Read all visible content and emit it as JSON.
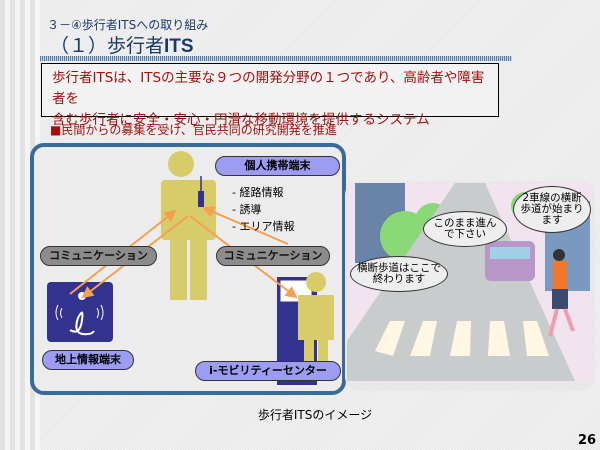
{
  "header": {
    "subtitle": "３－④歩行者ITSへの取り組み",
    "title_prefix": "（１）歩行者",
    "title_bold": "ITS"
  },
  "definition": {
    "line1": "歩行者ITSは、ITSの主要な９つの開発分野の１つであり、高齢者や障害者を",
    "line2": "含む歩行者に安全・安心・円滑な移動環境を提供するシステム"
  },
  "bullet": "■民間からの募集を受け、官民共同の研究開発を推進",
  "diagram": {
    "personal_terminal": "個人携帯端末",
    "info_items": [
      "- 経路情報",
      "- 誘導",
      "- エリア情報"
    ],
    "communication_left": "コミュニケーション",
    "communication_right": "コミュニケーション",
    "ground_terminal": "地上情報端末",
    "mobility_center": "i-モビリティーセンター"
  },
  "image": {
    "bubbles": [
      "2車線の横断歩道が始まります",
      "このまま進んで下さい",
      "横断歩道はここで終わります"
    ]
  },
  "caption": "歩行者ITSのイメージ",
  "page_number": "26",
  "colors": {
    "navy": "#1a3a6a",
    "red": "#a01010",
    "pill": "#9c9cf2",
    "figure": "#d8cc6a",
    "arrow": "#f5a050",
    "terminal": "#33338f"
  }
}
